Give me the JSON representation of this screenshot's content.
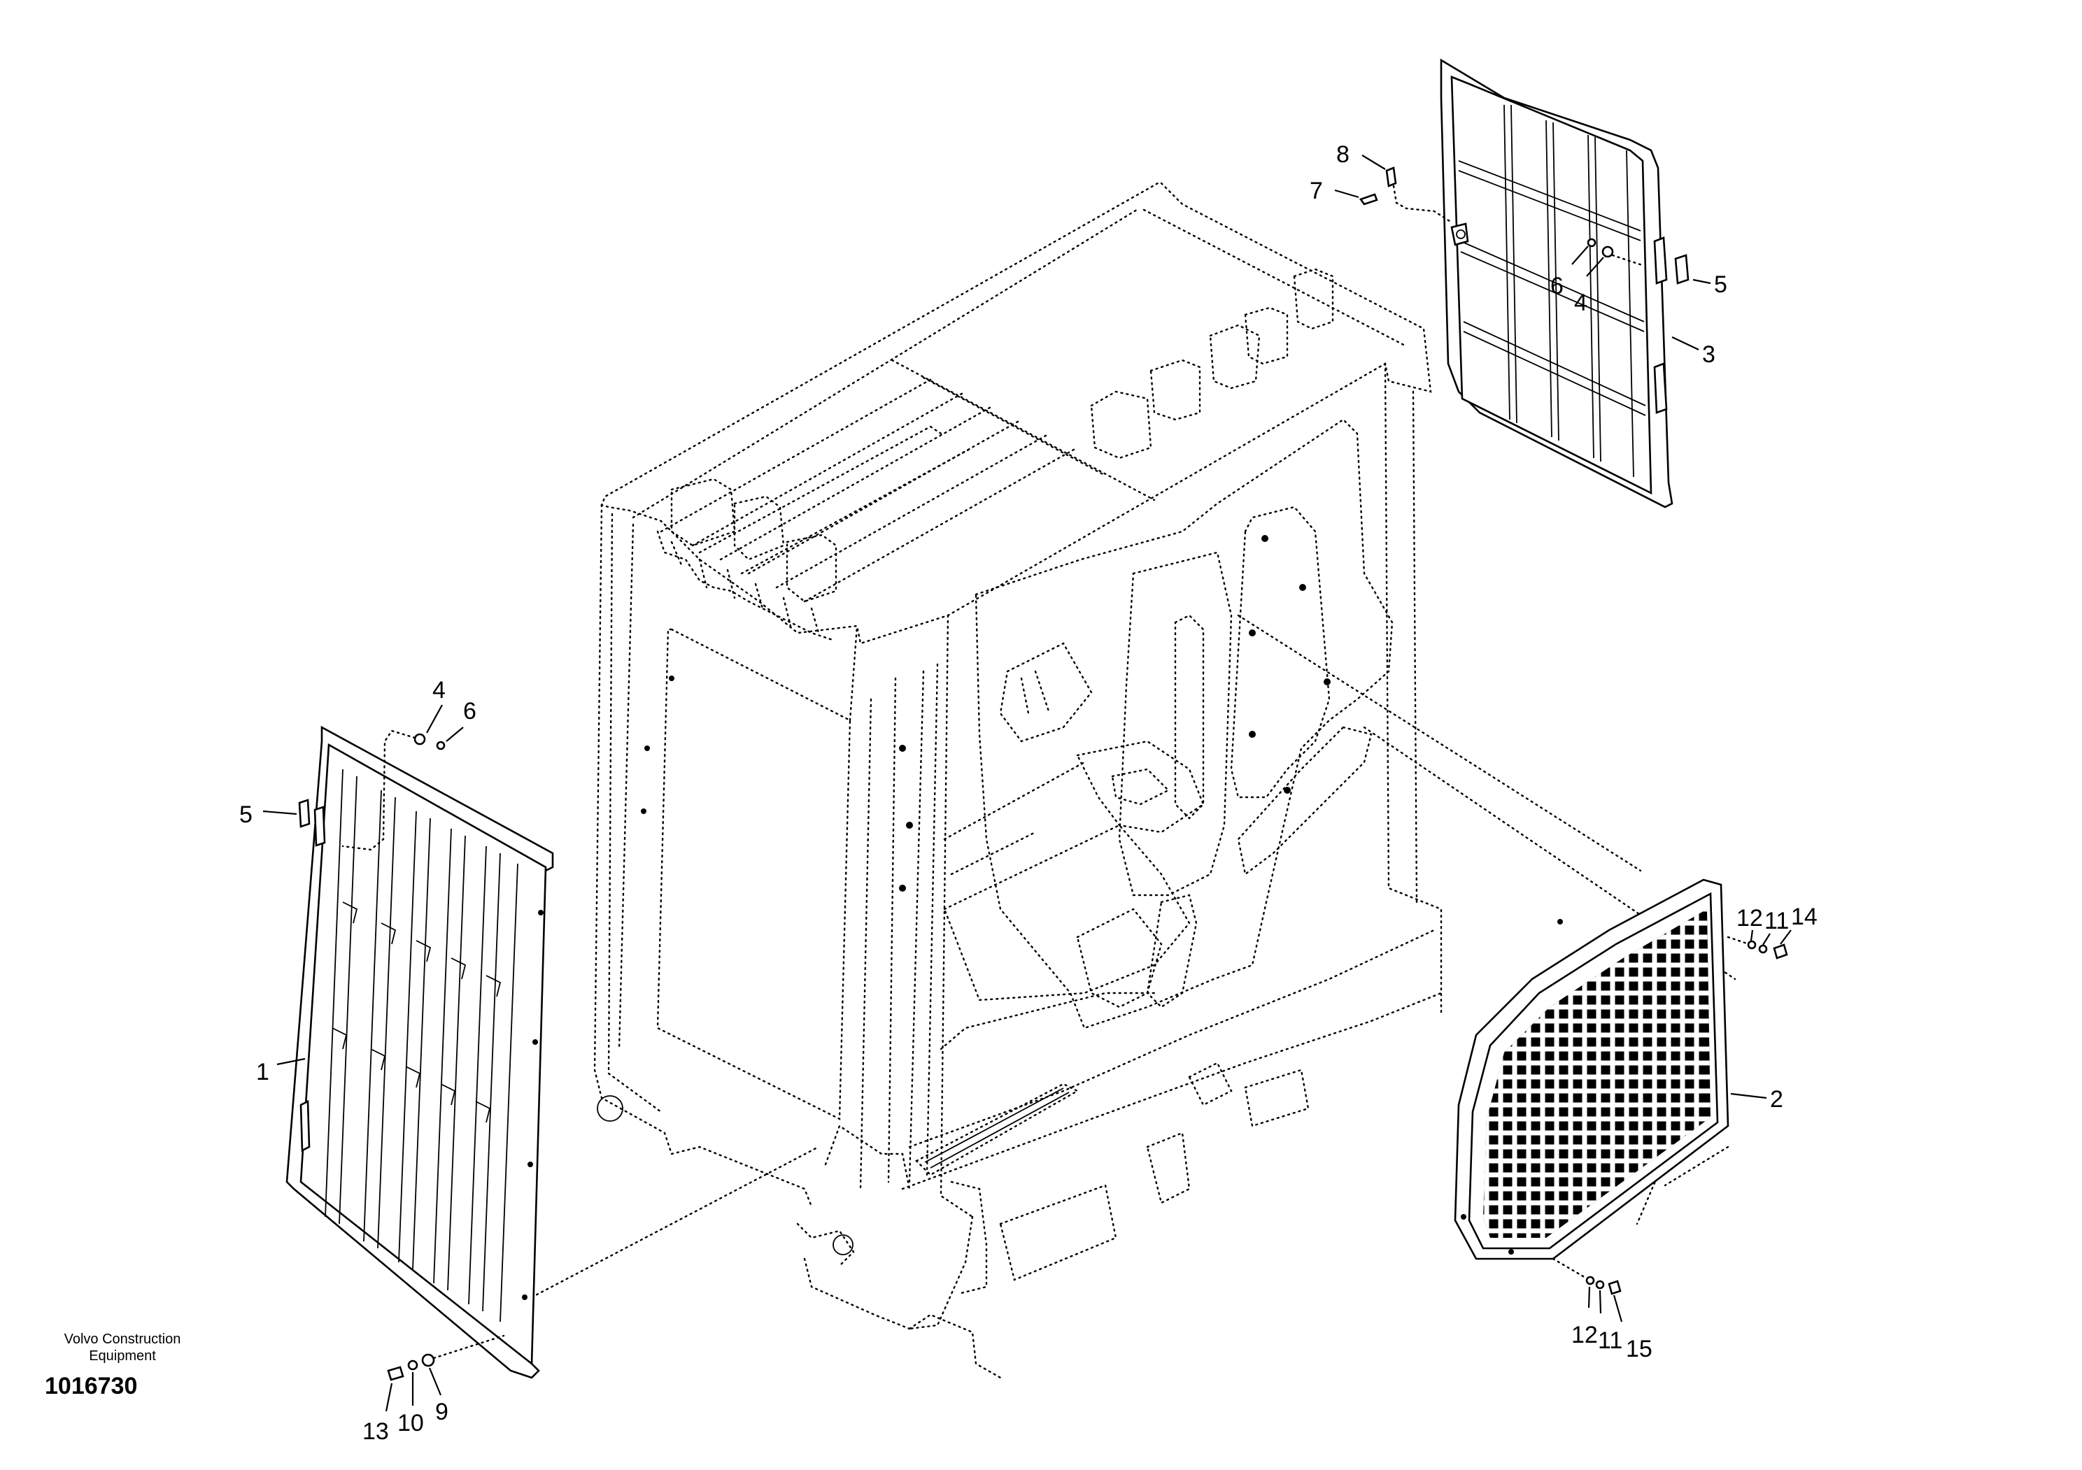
{
  "caption": {
    "maker_line1": "Volvo Construction",
    "maker_line2": "Equipment",
    "document_number": "1016730"
  },
  "callouts": {
    "c1": "1",
    "c2": "2",
    "c3": "3",
    "c4_left": "4",
    "c4_right": "4",
    "c5_left": "5",
    "c5_right": "5",
    "c6_left": "6",
    "c6_right": "6",
    "c7": "7",
    "c8": "8",
    "c9": "9",
    "c10": "10",
    "c11_top": "11",
    "c11_bottom": "11",
    "c12_top": "12",
    "c12_bottom": "12",
    "c13": "13",
    "c14": "14",
    "c15": "15"
  },
  "colors": {
    "ink": "#000000",
    "paper": "#ffffff"
  }
}
